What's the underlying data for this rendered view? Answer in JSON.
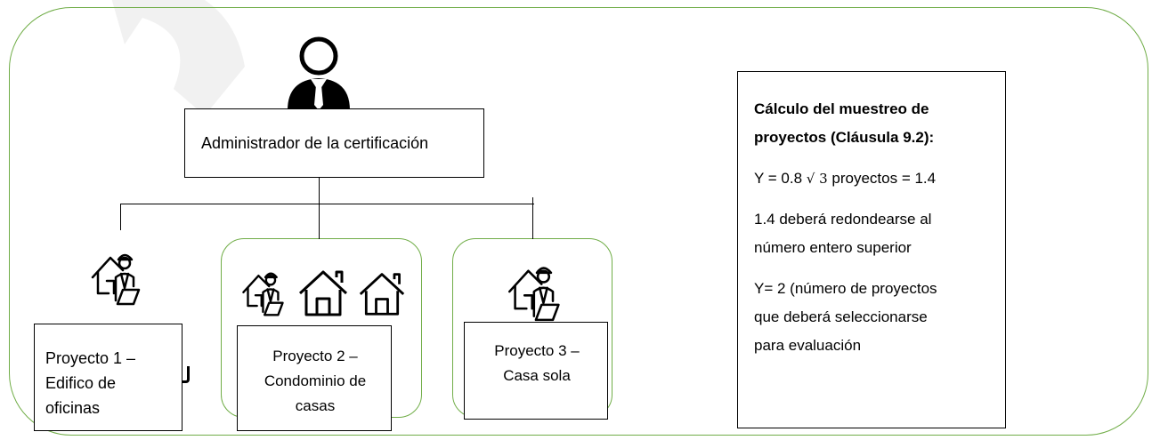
{
  "admin": {
    "label": "Administrador de la certificación"
  },
  "projects": [
    {
      "line1": "Proyecto 1 –",
      "line2": "Edifico de",
      "line3": "oficinas"
    },
    {
      "line1": "Proyecto 2 –",
      "line2": "Condominio de",
      "line3": "casas"
    },
    {
      "line1": "Proyecto 3 –",
      "line2": "Casa sola"
    }
  ],
  "calc": {
    "title_line1": "Cálculo del muestreo de",
    "title_line2": "proyectos (Cláusula 9.2):",
    "formula_prefix": "Y = 0.8",
    "formula_root": "√ 3",
    "formula_suffix": "proyectos = 1.4",
    "round_line1": "1.4 deberá redondearse al",
    "round_line2": "número entero superior",
    "result_line1": "Y= 2 (número de proyectos",
    "result_line2": "que deberá seleccionarse",
    "result_line3": "para evaluación"
  },
  "colors": {
    "frame": "#70ad47",
    "line": "#000000",
    "watermark": "#c8c8c8"
  },
  "icons": [
    "person-icon",
    "house-inspector-icon",
    "house-icon",
    "watermark-letter"
  ]
}
